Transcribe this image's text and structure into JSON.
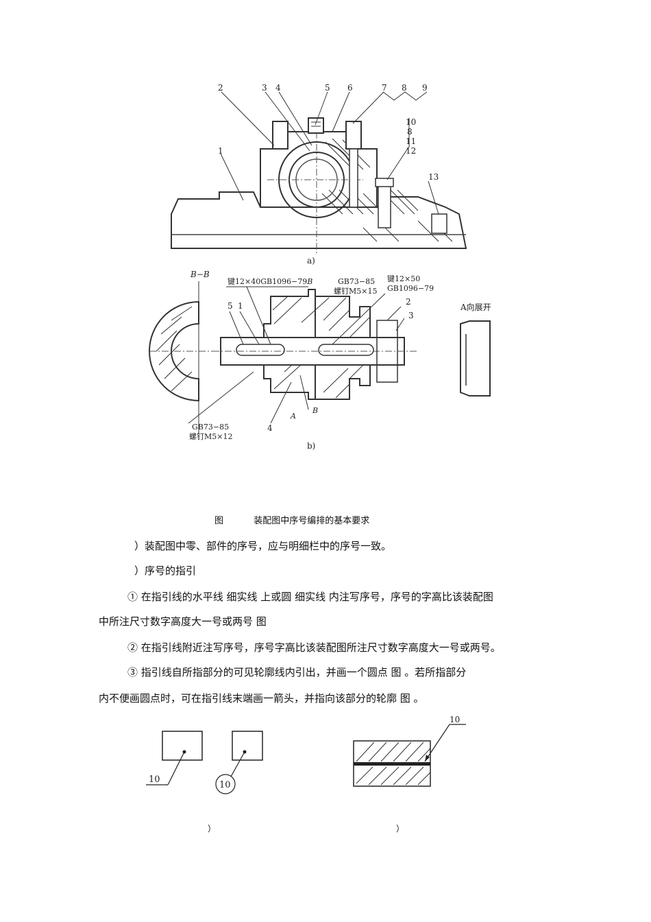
{
  "figure_a": {
    "balloons": [
      "2",
      "3",
      "4",
      "5",
      "6",
      "7",
      "8",
      "9",
      "10",
      "8",
      "11",
      "12",
      "1",
      "13"
    ],
    "label": "a)"
  },
  "figure_b": {
    "section_label": "B−B",
    "key1": "键12×40GB1096−79",
    "key1_ref": "B",
    "screw_top_std": "GB73−85",
    "screw_top": "螺钉M5×15",
    "key2_a": "键12×50",
    "key2_b": "GB1096−79",
    "n2": "2",
    "n3": "3",
    "n5": "5",
    "n1": "1",
    "n4": "4",
    "screw_bot_std": "GB73−85",
    "screw_bot": "螺钉M5×12",
    "arrow_a": "A",
    "arrow_b": "B",
    "view_title": "A向展开",
    "label": "b)"
  },
  "caption": {
    "prefix": "图",
    "title": "装配图中序号编排的基本要求"
  },
  "paragraphs": {
    "p1": "）装配图中零、部件的序号，应与明细栏中的序号一致。",
    "p2": "）序号的指引",
    "p3a": "①   在指引线的水平线  细实线  上或圆  细实线  内注写序号，序号的字高比该装配图",
    "p3b": "中所注尺寸数字高度大一号或两号  图",
    "p4": "②   在指引线附近注写序号，序号字高比该装配图所注尺寸数字高度大一号或两号。",
    "p5a": "③   指引线自所指部分的可见轮廓线内引出，并画一个圆点  图              。若所指部分",
    "p5b": "内不便画圆点时，可在指引线末端画一箭头，并指向该部分的轮廓  图              。"
  },
  "small_figs": {
    "left_num": "10",
    "circle_num": "10",
    "right_num": "10",
    "left_label": "）",
    "right_label": "）"
  }
}
